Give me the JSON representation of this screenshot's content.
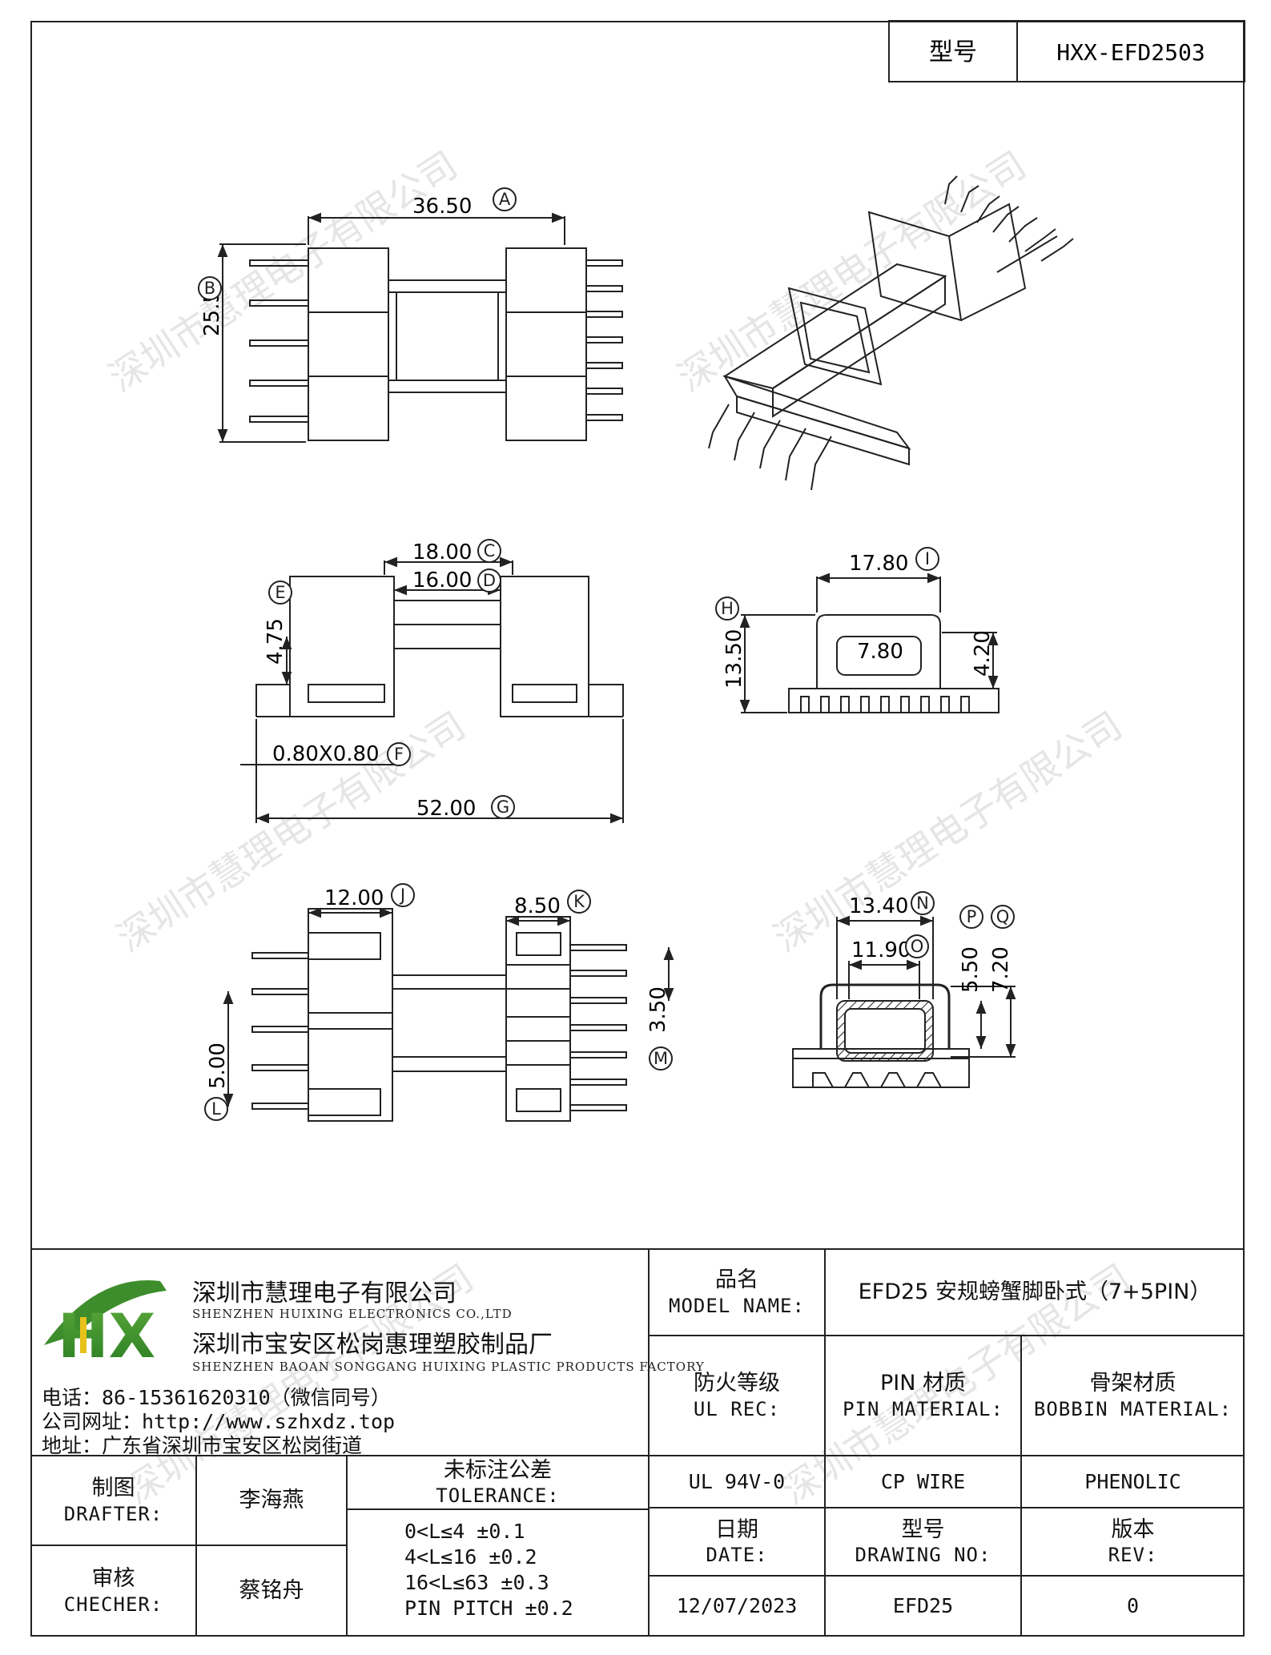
{
  "header": {
    "model_label": "型号",
    "model_value": "HXX-EFD2503"
  },
  "dimensions": {
    "A": "36.50",
    "B": "25.50",
    "C": "18.00",
    "D": "16.00",
    "E": "4.75",
    "F": "0.80X0.80",
    "G": "52.00",
    "H": "13.50",
    "I": "17.80",
    "inner_width": "7.80",
    "side_height": "4.20",
    "J": "12.00",
    "K": "8.50",
    "L": "5.00",
    "M": "3.50",
    "N": "13.40",
    "O": "11.90",
    "P": "5.50",
    "Q": "7.20"
  },
  "callouts": [
    "A",
    "B",
    "C",
    "D",
    "E",
    "F",
    "G",
    "H",
    "I",
    "J",
    "K",
    "L",
    "M",
    "N",
    "O",
    "P",
    "Q"
  ],
  "watermark": "深圳市慧理电子有限公司",
  "company": {
    "logo_letters": "HX",
    "name_zh": "深圳市慧理电子有限公司",
    "name_en": "SHENZHEN HUIXING ELECTRONICS CO.,LTD",
    "factory_zh": "深圳市宝安区松岗惠理塑胶制品厂",
    "factory_en": "SHENZHEN BAOAN SONGGANG HUIXING PLASTIC PRODUCTS FACTORY",
    "phone": "电话：86-15361620310（微信同号）",
    "website": "公司网址：http://www.szhxdz.top",
    "address": "地址：广东省深圳市宝安区松岗街道"
  },
  "title_block": {
    "model_name_zh": "品名",
    "model_name_en": "MODEL NAME:",
    "model_name_value": "EFD25 安规螃蟹脚卧式（7+5PIN）",
    "ul_rec_zh": "防火等级",
    "ul_rec_en": "UL REC:",
    "pin_material_zh": "PIN 材质",
    "pin_material_en": "PIN MATERIAL:",
    "bobbin_material_zh": "骨架材质",
    "bobbin_material_en": "BOBBIN MATERIAL:",
    "ul_rec_value": "UL 94V-0",
    "pin_material_value": "CP WIRE",
    "bobbin_material_value": "PHENOLIC",
    "drafter_zh": "制图",
    "drafter_en": "DRAFTER:",
    "drafter_value": "李海燕",
    "checker_zh": "审核",
    "checker_en": "CHECHER:",
    "checker_value": "蔡铭舟",
    "tolerance_zh": "未标注公差",
    "tolerance_en": "TOLERANCE:",
    "tolerances": [
      "0<L≤4  ±0.1",
      "4<L≤16 ±0.2",
      "16<L≤63 ±0.3",
      "PIN PITCH ±0.2"
    ],
    "date_zh": "日期",
    "date_en": "DATE:",
    "drawing_no_zh": "型号",
    "drawing_no_en": "DRAWING NO:",
    "rev_zh": "版本",
    "rev_en": "REV:",
    "date_value": "12/07/2023",
    "drawing_no_value": "EFD25",
    "rev_value": "0"
  }
}
